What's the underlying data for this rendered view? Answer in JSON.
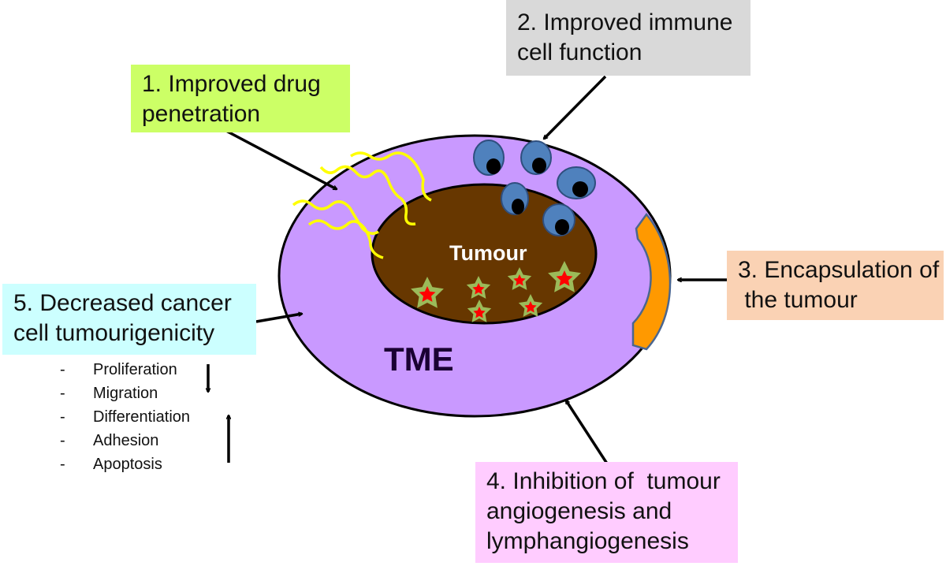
{
  "colors": {
    "tme_fill": "#c999ff",
    "tumour_fill": "#673700",
    "box1_bg": "#ccff66",
    "box2_bg": "#d9d9d9",
    "box3_bg": "#fad2b4",
    "box4_bg": "#ffccff",
    "box5_bg": "#ccffff",
    "wave": "#ffff00",
    "capsule": "#ff9900",
    "immune_cell": "#4f81bd",
    "star_outer": "#9bbb59",
    "star_inner": "#ff0000"
  },
  "labels": {
    "tme": "TME",
    "tumour": "Tumour"
  },
  "boxes": {
    "box1": [
      "1. Improved drug",
      "penetration"
    ],
    "box2": [
      "2. Improved immune",
      "cell function"
    ],
    "box3": [
      "3. Encapsulation of",
      " the tumour"
    ],
    "box4": [
      "4. Inhibition of  tumour",
      "angiogenesis and",
      "lymphangiogenesis"
    ],
    "box5": [
      "5. Decreased cancer",
      "cell tumourigenicity"
    ]
  },
  "effects": [
    "Proliferation",
    "Migration",
    "Differentiation",
    "Adhesion",
    "Apoptosis"
  ],
  "effect_dash": "-",
  "icons": {
    "decrease": "arrow-down-icon",
    "increase": "arrow-up-icon"
  }
}
